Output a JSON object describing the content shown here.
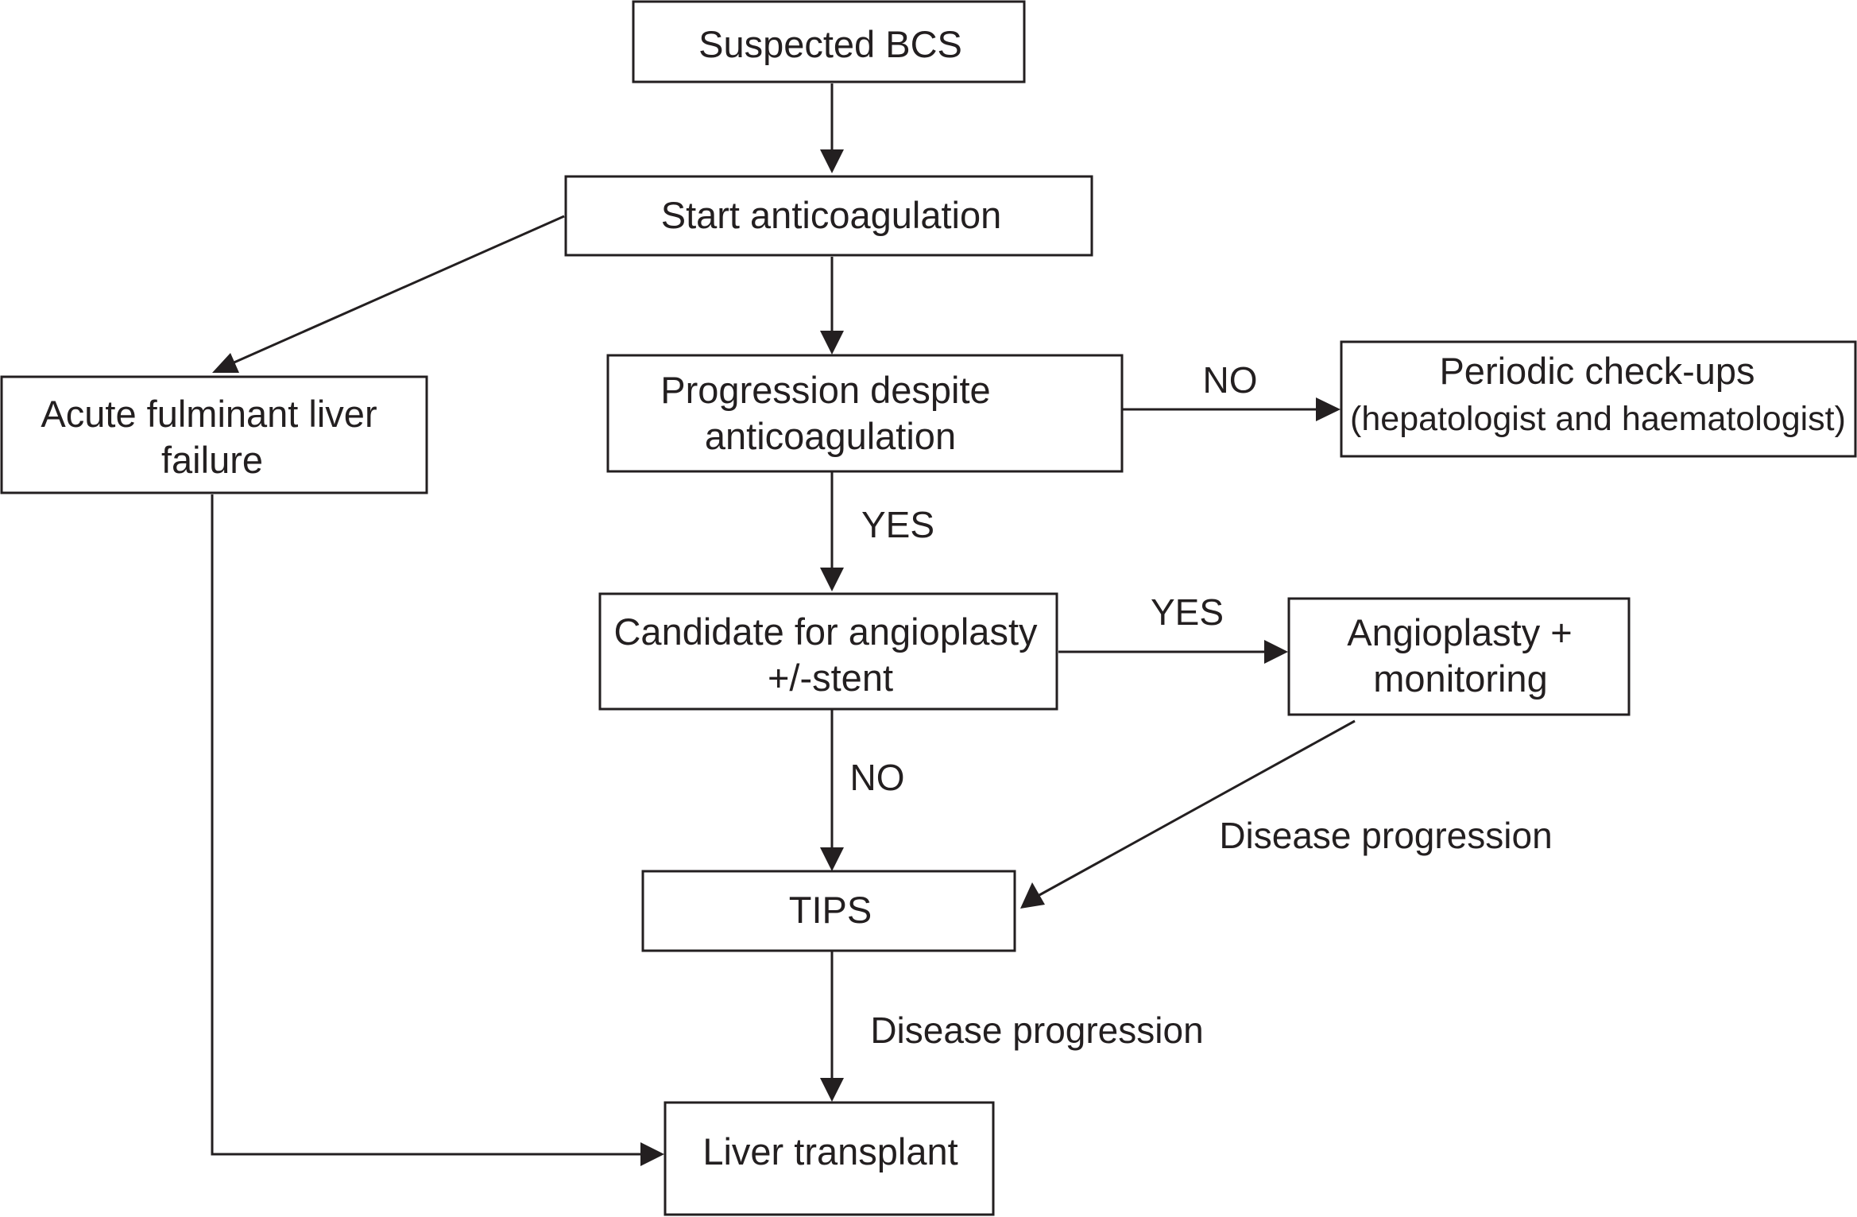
{
  "diagram": {
    "nodes": {
      "suspected_bcs": {
        "lines": [
          "Suspected BCS"
        ]
      },
      "start_anticoagulation": {
        "lines": [
          "Start anticoagulation"
        ]
      },
      "acute_liver_failure": {
        "lines": [
          "Acute fulminant liver",
          "failure"
        ]
      },
      "progression_despite": {
        "lines": [
          "Progression despite",
          "anticoagulation"
        ]
      },
      "periodic_checkups": {
        "lines": [
          "Periodic check-ups",
          "(hepatologist and haematologist)"
        ]
      },
      "candidate_angioplasty": {
        "lines": [
          "Candidate for angioplasty",
          "+/-stent"
        ]
      },
      "angioplasty_monitoring": {
        "lines": [
          "Angioplasty +",
          "monitoring"
        ]
      },
      "tips": {
        "lines": [
          "TIPS"
        ]
      },
      "liver_transplant": {
        "lines": [
          "Liver transplant"
        ]
      }
    },
    "edge_labels": {
      "progression_no": "NO",
      "progression_yes": "YES",
      "candidate_yes": "YES",
      "candidate_no": "NO",
      "angioplasty_to_tips": "Disease progression",
      "tips_to_transplant": "Disease progression"
    }
  }
}
